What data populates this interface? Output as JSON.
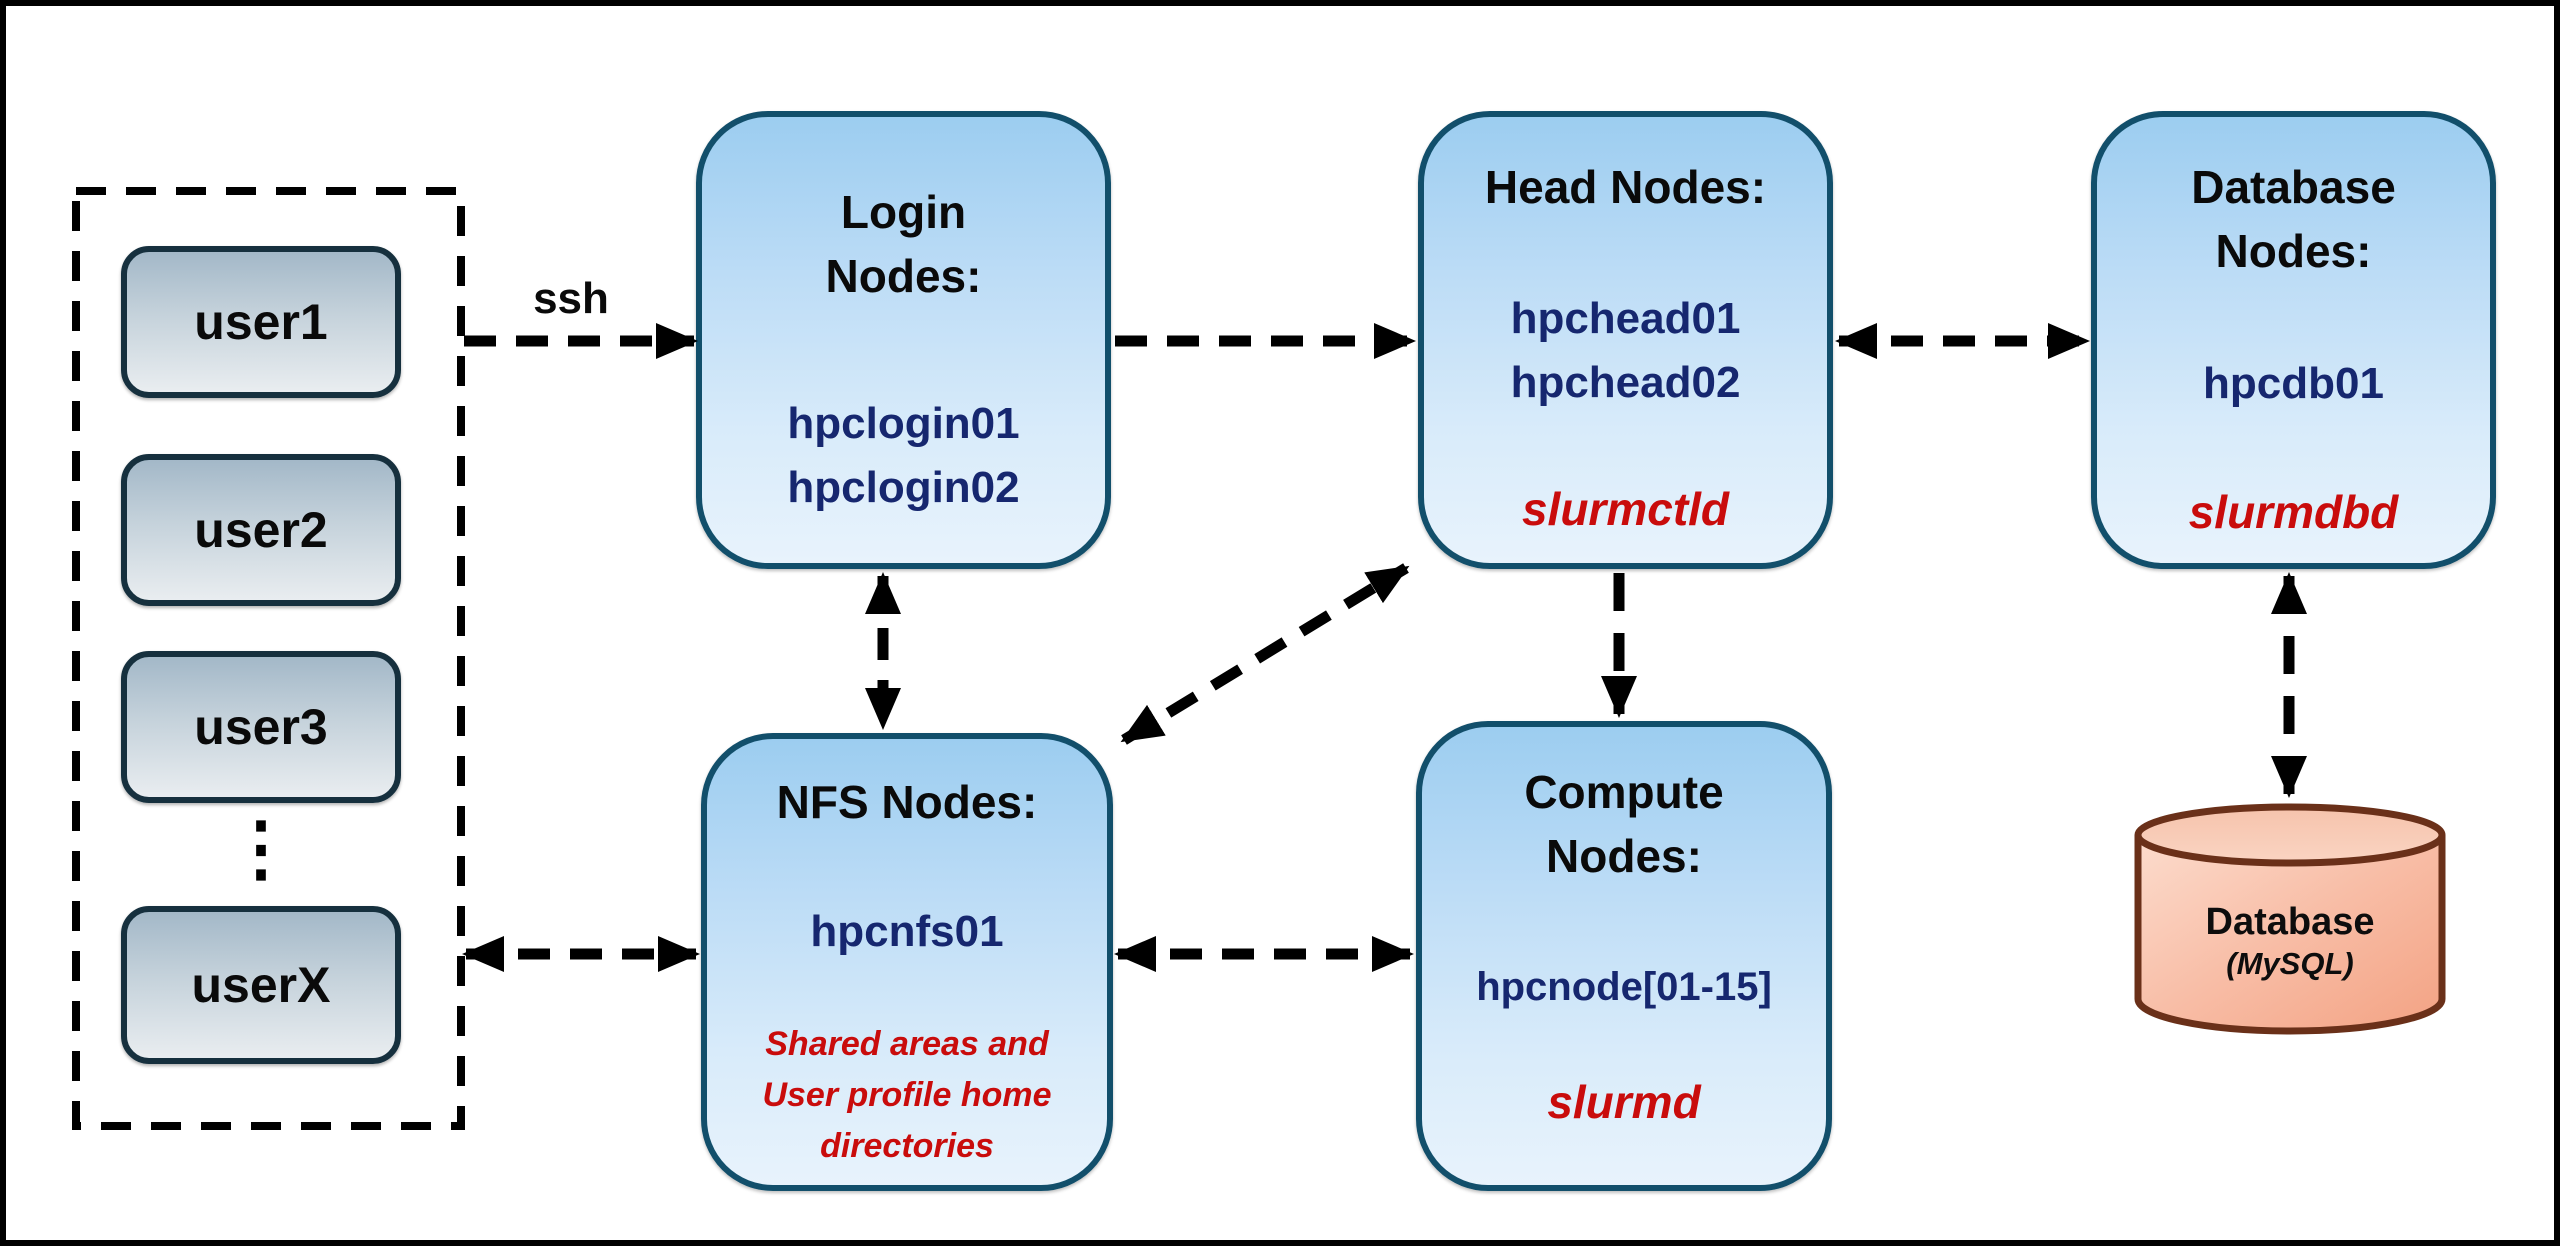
{
  "colors": {
    "node_border": "#124f6b",
    "node_fill_top": "#9ccdf0",
    "node_fill_bottom": "#e8f3fc",
    "title_text": "#0a0a0a",
    "host_text": "#16276f",
    "daemon_text": "#c90c0c",
    "user_box_border": "#16303e",
    "user_fill_top": "#a3b8c8",
    "user_fill_bottom": "#e9edf0",
    "arrow": "#000000",
    "cylinder_border": "#6a3019",
    "cylinder_fill_light": "#fcdccd",
    "cylinder_fill_dark": "#f3a283"
  },
  "users_group": {
    "users": [
      "user1",
      "user2",
      "user3",
      "userX"
    ],
    "ellipsis": "⋮"
  },
  "edge_labels": {
    "ssh": "ssh"
  },
  "nodes": {
    "login": {
      "title_lines": [
        "Login",
        "Nodes:"
      ],
      "hosts": [
        "hpclogin01",
        "hpclogin02"
      ]
    },
    "head": {
      "title_lines": [
        "Head Nodes:"
      ],
      "hosts": [
        "hpchead01",
        "hpchead02"
      ],
      "daemon": "slurmctld"
    },
    "database": {
      "title_lines": [
        "Database",
        "Nodes:"
      ],
      "hosts": [
        "hpcdb01"
      ],
      "daemon": "slurmdbd"
    },
    "nfs": {
      "title_lines": [
        "NFS Nodes:"
      ],
      "hosts": [
        "hpcnfs01"
      ],
      "note_lines": [
        "Shared areas and",
        "User profile home",
        "directories"
      ]
    },
    "compute": {
      "title_lines": [
        "Compute",
        "Nodes:"
      ],
      "hosts": [
        "hpcnode[01-15]"
      ],
      "daemon": "slurmd"
    }
  },
  "datastore": {
    "name": "Database",
    "engine": "(MySQL)"
  }
}
